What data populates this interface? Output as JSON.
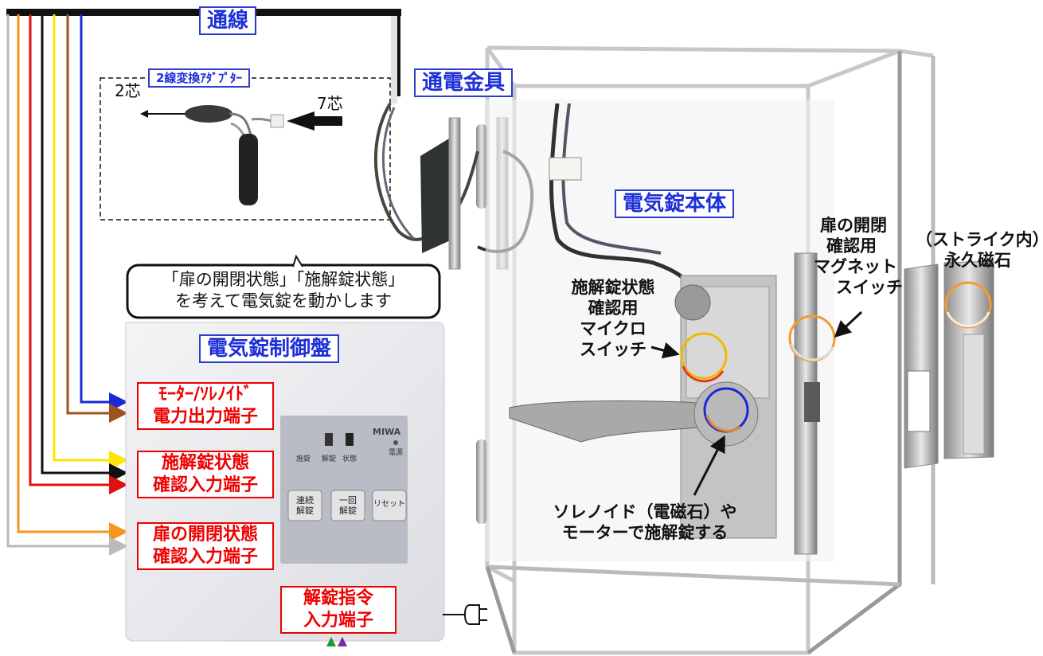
{
  "labels": {
    "wiring": "通線",
    "adapter": "2線変換ｱﾀﾞﾌﾟﾀｰ",
    "two_core": "2芯",
    "seven_core": "7芯",
    "power_fitting": "通電金具",
    "lock_body": "電気錠本体",
    "controller": "電気錠制御盤",
    "control_note_line1": "「扉の開閉状態」「施解錠状態」",
    "control_note_line2": "を考えて電気錠を動かします",
    "motor_terminal_line1": "ﾓｰﾀｰ/ｿﾚﾉｲﾄﾞ",
    "motor_terminal_line2": "電力出力端子",
    "lock_state_terminal_line1": "施解錠状態",
    "lock_state_terminal_line2": "確認入力端子",
    "door_state_terminal_line1": "扉の開閉状態",
    "door_state_terminal_line2": "確認入力端子",
    "unlock_cmd_line1": "解錠指令",
    "unlock_cmd_line2": "入力端子",
    "micro_switch_line1": "施解錠状態",
    "micro_switch_line2": "確認用",
    "micro_switch_line3": "マイクロ",
    "micro_switch_line4": "スイッチ",
    "magnet_switch_line1": "扉の開閉",
    "magnet_switch_line2": "確認用",
    "magnet_switch_line3": "マグネット",
    "magnet_switch_line4": "スイッチ",
    "strike_magnet_line1": "（ストライク内）",
    "strike_magnet_line2": "永久磁石",
    "solenoid_line1": "ソレノイド（電磁石）や",
    "solenoid_line2": "モーターで施解錠する"
  },
  "panel": {
    "brand": "MIWA",
    "indicator1": "施錠",
    "indicator2": "解錠",
    "indicator3": "状態",
    "power": "電源",
    "btn_continuous_line1": "連続",
    "btn_continuous_line2": "解錠",
    "btn_once_line1": "一回",
    "btn_once_line2": "解錠",
    "btn_reset": "リセット"
  },
  "colors": {
    "blue_wire": "#1a28d8",
    "brown_wire": "#a0521e",
    "yellow_wire": "#ffe600",
    "black_wire": "#111111",
    "red_wire": "#e01010",
    "orange_wire": "#f5961e",
    "gray_wire": "#bbbbbb",
    "title_blue": "#1c2fd8",
    "terminal_red": "#e00000"
  }
}
